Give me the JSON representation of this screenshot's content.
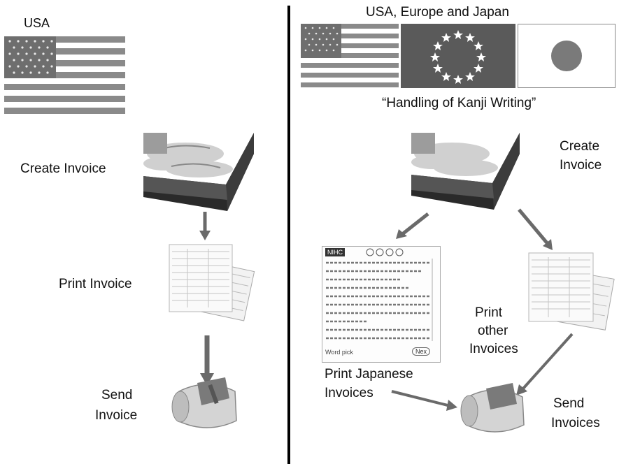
{
  "left_panel": {
    "region_label": "USA",
    "steps": {
      "create": "Create Invoice",
      "print": "Print Invoice",
      "send_line1": "Send",
      "send_line2": "Invoice"
    }
  },
  "right_panel": {
    "region_label": "USA, Europe and Japan",
    "kanji_caption": "“Handling of Kanji Writing”",
    "steps": {
      "create_line1": "Create",
      "create_line2": "Invoice",
      "print_other_line1": "Print",
      "print_other_line2": "other",
      "print_other_line3": "Invoices",
      "print_japanese_line1": "Print Japanese",
      "print_japanese_line2": "Invoices",
      "send_line1": "Send",
      "send_line2": "Invoices"
    },
    "kanji_screen": {
      "brand": "NIHC",
      "input_label": "Word pick",
      "button_label": "Nex"
    }
  },
  "colors": {
    "arrow": "#6a6a6a",
    "flag_stripe": "#8a8a8a",
    "divider": "#000000"
  }
}
